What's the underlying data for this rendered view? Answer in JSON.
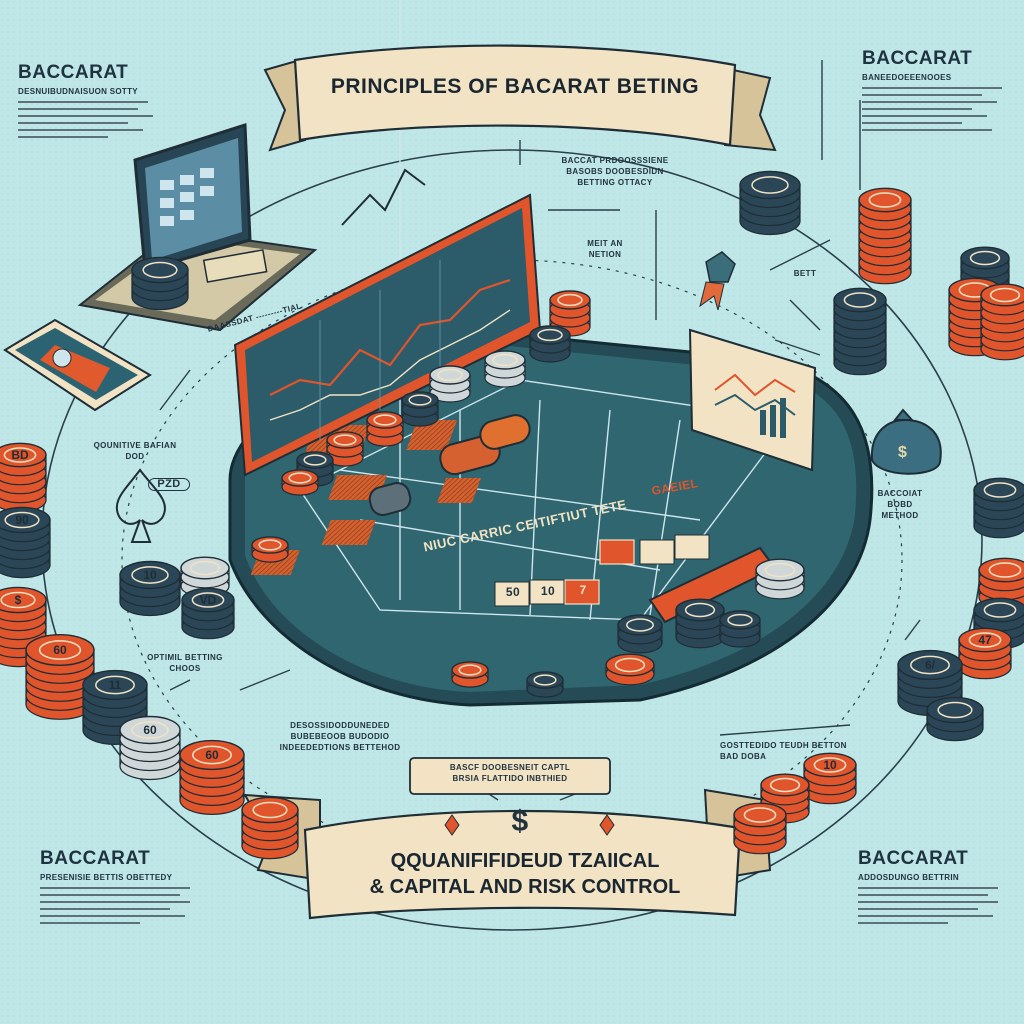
{
  "banner_top": "PRINCIPLES OF BACARAT BETING",
  "banner_bottom": {
    "line1": "QQUANIFIFIDEUD TZAIICAL",
    "line2": "&  CAPITAL AND  RISK CONTROL"
  },
  "corners": {
    "top_left": {
      "title": "BACCARAT",
      "sub": "DESNUIBUDNAISUON SOTTY"
    },
    "top_right": {
      "title": "BACCARAT",
      "sub": "BANEEDOEEENOOES"
    },
    "bottom_left": {
      "title": "BACCARAT",
      "sub": "PRESENISIE BETTIS OBETTEDY"
    },
    "bottom_right": {
      "title": "BACCARAT",
      "sub": "ADDOSDUNGO BETTRIN"
    }
  },
  "labels": {
    "top_center": "BACCAT PRDOOSSSIENE\nBASOBS DOOBESDIDN\nBETTING OTTACY",
    "axis_label": "DAASSDAT ---------TIAL",
    "mid_label": "MEIT AN\nNETION",
    "right_label": "BETT",
    "left_mid": "QOUNITIVE BAFIAN\nDOD",
    "card_badge": "PZD",
    "optimal_betting": "OPTIMIL BETTING\nCHOOS",
    "center_bottom": "DESOSSIDODDUNEDED\nBUBEBEOOB BUDODIO\nINDEEDEDTIONS BETTEHOD",
    "box_label": "BASCF DOOBESNEIT CAPTL\nBRSIA FLATTIDO INBTHIED",
    "baccarat_bet_method": "BACCOIAT\nBOBD\nMETHOD",
    "right_bottom_label": "GOSTTEDIDO TEUDH BETTON\nBAD DOBA",
    "table_text": "NIUC CARRIC CEITIFTIUT TETE",
    "table_sign": "GAEIEL",
    "dollar": "$"
  },
  "table_numbers": [
    "50",
    "10",
    "7"
  ],
  "chip_labels": {
    "left_1": "BD",
    "left_2": "90",
    "left_3": "$",
    "left_4": "60",
    "left_5": "11",
    "left_6": "60",
    "left_7": "60",
    "mid_1": "10",
    "mid_2": "VD",
    "right_1": "6/",
    "right_2": "47",
    "right_3": "10"
  },
  "colors": {
    "background": "#bfe7e7",
    "felt": "#2f6670",
    "orange": "#e0552b",
    "navy": "#2b4757",
    "cream": "#f1e3c4"
  }
}
